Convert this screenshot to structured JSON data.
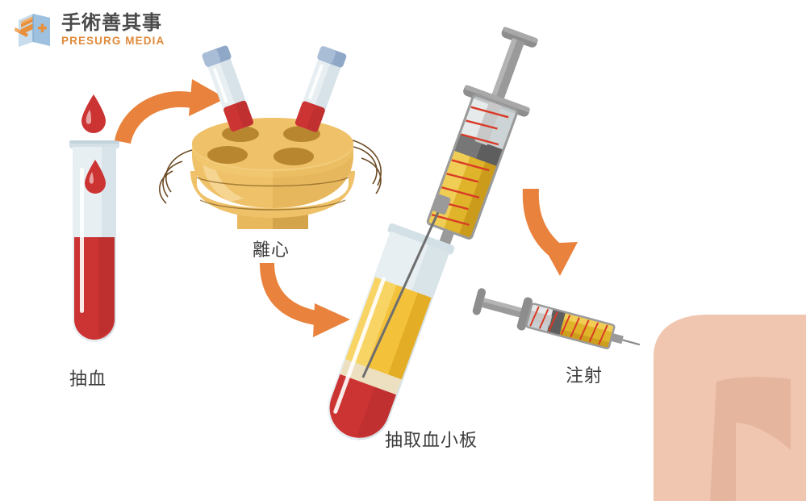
{
  "brand": {
    "logo_icon": "book-scalpel-cross-icon",
    "name_cn": "手術善其事",
    "name_en": "PRESURG MEDIA",
    "accent_color": "#E08A3C",
    "logo_blue": "#9BC0DE",
    "logo_orange": "#E8903C"
  },
  "palette": {
    "blood_red": "#CC3333",
    "blood_red_dark": "#B32E2E",
    "plasma_yellow": "#F3C13A",
    "plasma_gold": "#D9A218",
    "buffy_coat": "#EDE0C0",
    "glass_light": "#E8EFF2",
    "glass_mid": "#D3E0E6",
    "centrifuge_gold": "#EFC168",
    "centrifuge_light": "#F7D89A",
    "centrifuge_dark": "#C99B46",
    "well_dark": "#B8862F",
    "cap_blue": "#8FA8C8",
    "metal_gray": "#9A9A9A",
    "metal_dark": "#6E6E6E",
    "skin": "#F0C6B0",
    "skin_shade": "#E0B29C",
    "arrow_orange": "#E8823C",
    "graduation_red": "#D93A26",
    "caption_color": "#3C3C3C"
  },
  "steps": [
    {
      "id": "step-draw-blood",
      "label": "抽血",
      "icon": "test-tube-with-blood-icon",
      "description_visual": "Upright test tube with red blood and a falling blood drop"
    },
    {
      "id": "step-centrifuge",
      "label": "離心",
      "icon": "centrifuge-rotor-icon",
      "description_visual": "Golden centrifuge rotor with two blood tubes and spin motion lines",
      "tube_count": 2,
      "well_count": 4
    },
    {
      "id": "step-extract-platelets",
      "label": "抽取血小板",
      "icon": "tilted-tube-with-syringe-icon",
      "description_visual": "Tilted separated-blood tube with syringe needle drawing the plasma layer",
      "layers": [
        "plasma",
        "buffy-coat",
        "red-blood-cells"
      ]
    },
    {
      "id": "step-injection",
      "label": "注射",
      "icon": "syringe-injecting-skin-icon",
      "description_visual": "Small syringe filled with golden plasma injecting into skin"
    }
  ],
  "arrows": [
    {
      "id": "arrow-blood-to-centrifuge",
      "icon": "curved-arrow-right-icon"
    },
    {
      "id": "arrow-centrifuge-to-extract",
      "icon": "curved-arrow-down-right-icon"
    },
    {
      "id": "arrow-extract-to-injection",
      "icon": "curved-arrow-down-icon"
    }
  ]
}
